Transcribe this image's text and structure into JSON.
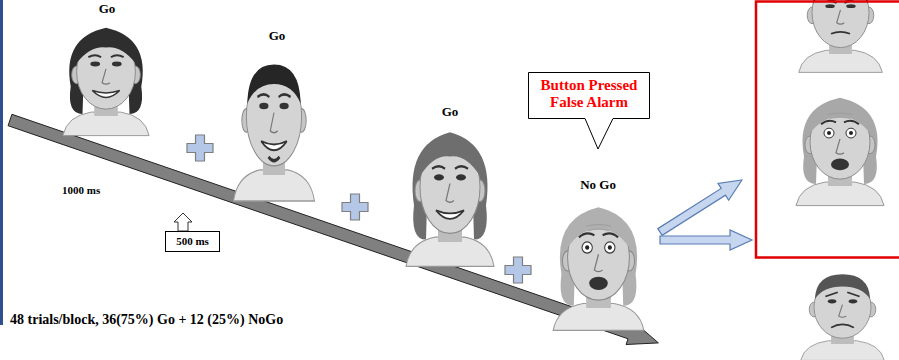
{
  "diagram": {
    "nodes": [
      {
        "text": [
          "Button Pressed False Alarm"
        ]
      },
      {
        "text": [
          "500 ms"
        ]
      }
    ],
    "labels": [
      "Go",
      "Go",
      "Go",
      "No Go",
      "1000 ms",
      "48 trials/block, 36(75%) Go + 12 (25%) NoGo"
    ]
  }
}
